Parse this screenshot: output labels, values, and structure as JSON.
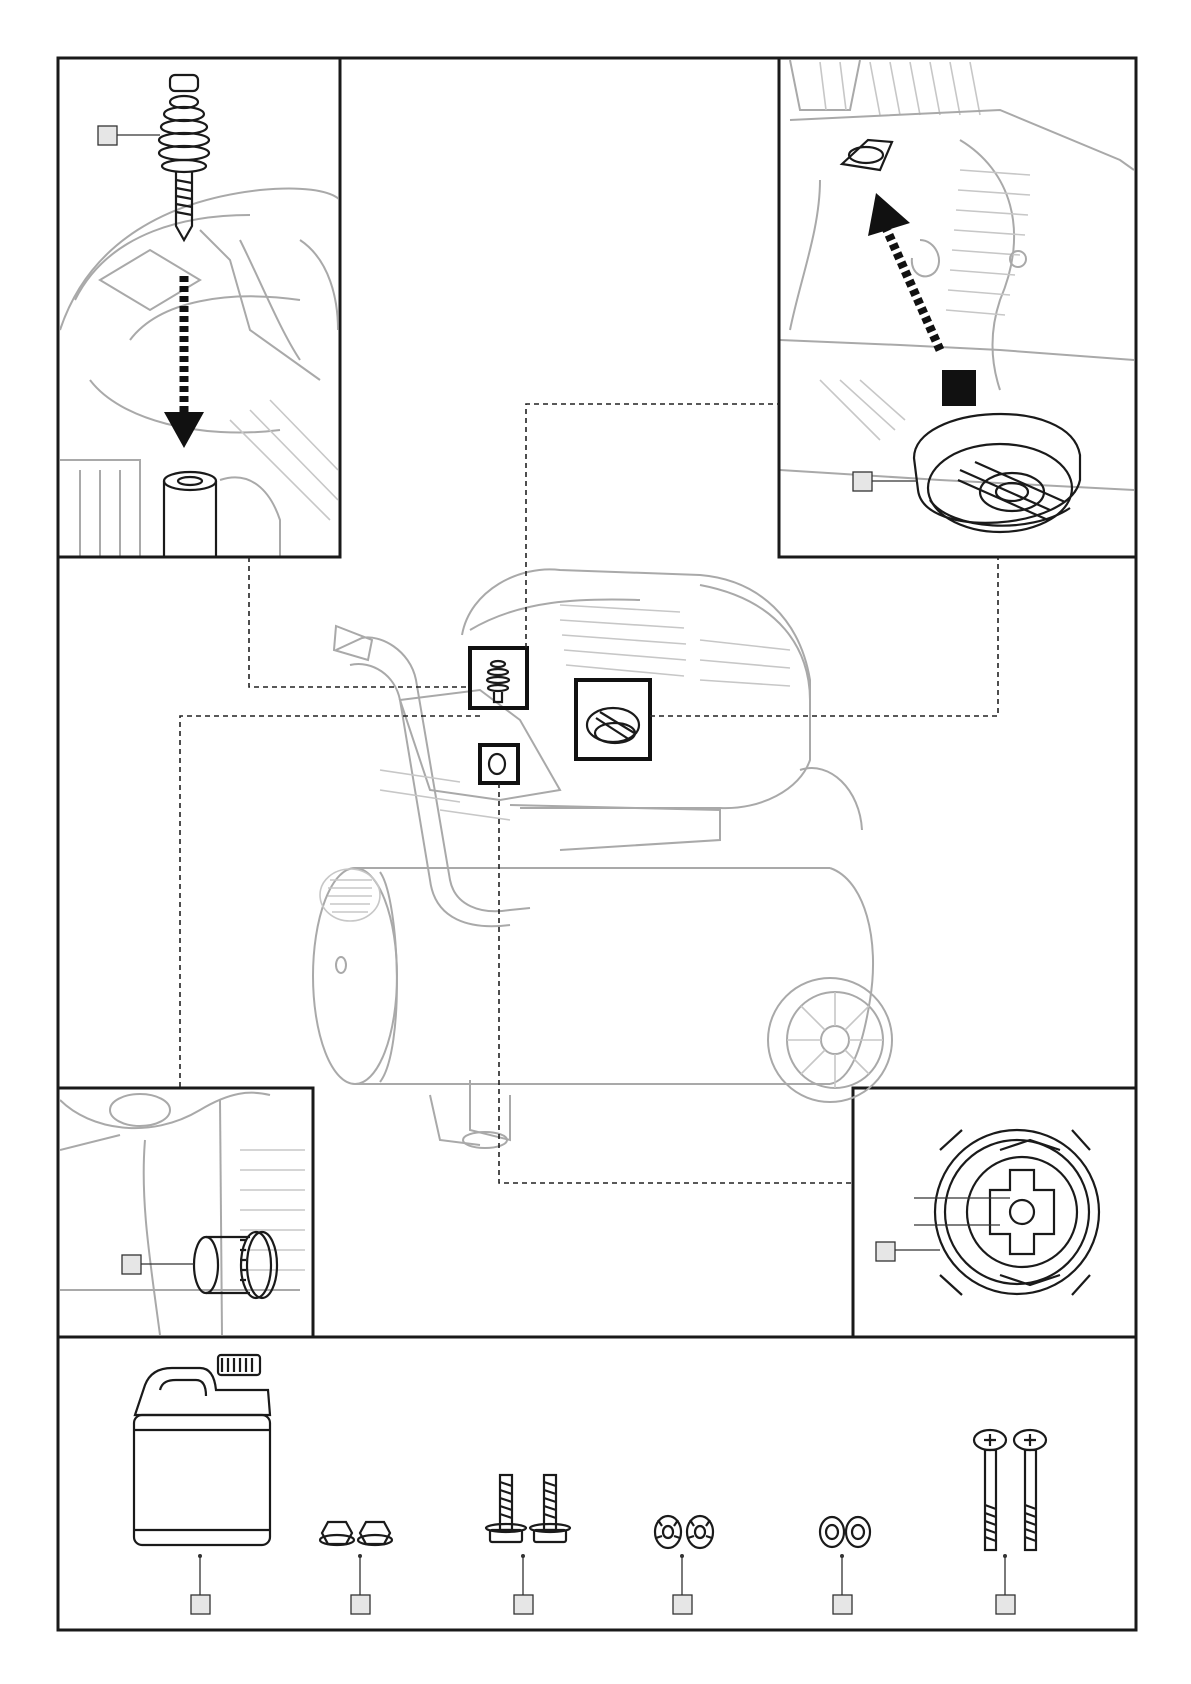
{
  "figure": {
    "panels": [
      {
        "id": "oil-plug-install",
        "callouts": [
          ""
        ]
      },
      {
        "id": "air-filter-install",
        "callouts": [
          ""
        ]
      },
      {
        "id": "drain-outlet-detail",
        "callouts": [
          ""
        ]
      },
      {
        "id": "pressure-gauge-detail",
        "callouts": [
          ""
        ]
      },
      {
        "id": "compressor-overview",
        "callouts": []
      }
    ],
    "parts": [
      {
        "id": "oil-bottle",
        "callout": ""
      },
      {
        "id": "flange-nuts",
        "callout": ""
      },
      {
        "id": "flange-bolts",
        "callout": ""
      },
      {
        "id": "lock-washers",
        "callout": ""
      },
      {
        "id": "flat-washers",
        "callout": ""
      },
      {
        "id": "long-screws",
        "callout": ""
      }
    ]
  },
  "colors": {
    "frame": "#1a1a1a",
    "line_art_grey": "#a9a9a9",
    "callout_fill": "#e6e6e6",
    "background": "#ffffff"
  },
  "icons": [
    "down-arrow-icon",
    "up-arrow-icon"
  ]
}
